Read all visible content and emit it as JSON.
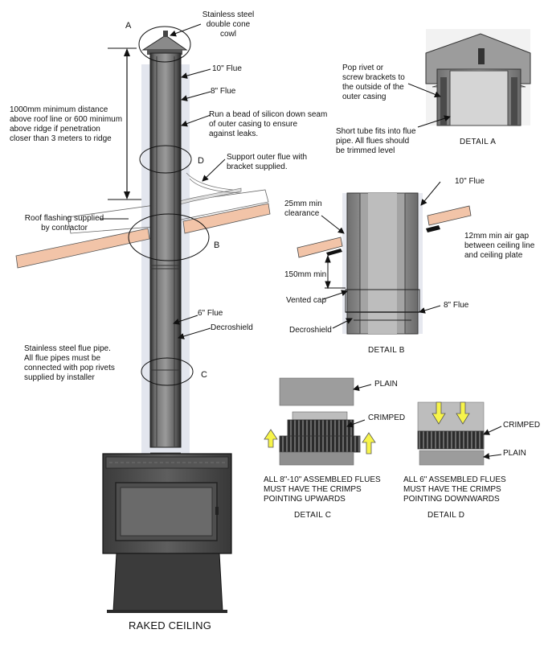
{
  "title": "RAKED CEILING",
  "markers": {
    "a": "A",
    "b": "B",
    "c": "C",
    "d": "D"
  },
  "main_labels": {
    "cowl": "Stainless steel\ndouble cone\ncowl",
    "flue_10": "10\" Flue",
    "flue_8": "8\" Flue",
    "distance": "1000mm minimum distance\nabove roof line or 600 minimum\nabove ridge if penetration\ncloser than 3 meters to ridge",
    "silicon": "Run a bead of silicon down seam\nof outer casing to ensure\nagainst leaks.",
    "support": "Support outer flue with\nbracket supplied.",
    "roof_flashing": "Roof flashing supplied\nby contractor",
    "flue_6": "6\" Flue",
    "decroshield": "Decroshield",
    "flue_pipe": "Stainless steel flue pipe.\nAll flue pipes must be\nconnected with pop rivets\nsupplied by installer"
  },
  "detail_a": {
    "caption": "DETAIL A",
    "pop_rivet": "Pop rivet or\nscrew brackets to\nthe outside of the\nouter casing",
    "short_tube": "Short tube fits into flue\npipe. All flues should\nbe trimmed level"
  },
  "detail_b": {
    "caption": "DETAIL B",
    "flue_10": "10\" Flue",
    "clearance": "25mm min\nclearance",
    "air_gap": "12mm min air gap\nbetween ceiling line\nand ceiling plate",
    "min_150": "150mm min",
    "vented_cap": "Vented cap",
    "flue_8": "8\" Flue",
    "decroshield": "Decroshield"
  },
  "detail_c": {
    "caption": "DETAIL C",
    "plain": "PLAIN",
    "crimped": "CRIMPED",
    "note": "ALL 8\"-10\" ASSEMBLED FLUES\nMUST HAVE THE CRIMPS\nPOINTING UPWARDS"
  },
  "detail_d": {
    "caption": "DETAIL D",
    "crimped": "CRIMPED",
    "plain": "PLAIN",
    "note": "ALL 6\" ASSEMBLED FLUES\nMUST HAVE THE CRIMPS\nPOINTING DOWNWARDS"
  },
  "colors": {
    "roof_panel": "#f2c4a8",
    "flue_dark": "#3a3a3a",
    "flue_mid": "#8a8a8a",
    "shadow": "#dde0ea",
    "arrow_yellow": "#f7f44a",
    "metal_light": "#a9a9a9"
  }
}
